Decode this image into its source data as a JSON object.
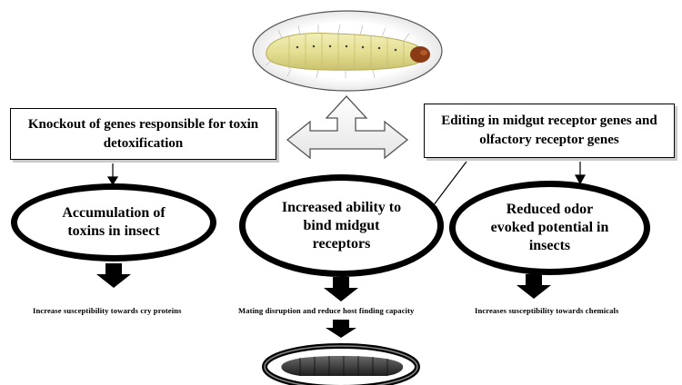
{
  "boxes": {
    "knockout": "Knockout of genes responsible for toxin detoxification",
    "editing": "Editing in midgut receptor genes and olfactory receptor genes"
  },
  "ovals": {
    "accumulation": "Accumulation of toxins in insect",
    "bind": "Increased ability to bind midgut receptors",
    "odor": "Reduced odor evoked potential in insects"
  },
  "captions": {
    "left": "Increase susceptibility towards cry proteins",
    "middle": "Mating disruption and reduce host finding capacity",
    "right": "Increases susceptibility towards chemicals"
  },
  "colors": {
    "larva_body": "#e6e29a",
    "larva_head": "#8a3a14",
    "dead_larva": "#3a3a3a",
    "arrow_fill": "#ffffff"
  },
  "icons": {
    "healthy_larva": "caterpillar-photo",
    "dead_larva": "dead-caterpillar-photo",
    "three_way_arrow": "three-way-arrow-icon"
  }
}
